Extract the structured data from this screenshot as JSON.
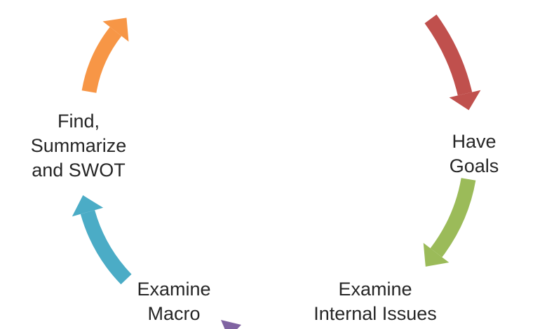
{
  "diagram": {
    "type": "cycle",
    "background": "#ffffff",
    "text_color": "#262626",
    "labels": {
      "find_summarize_swot": "Find,\nSummarize\nand SWOT",
      "have_goals": "Have Goals",
      "examine_internal_issues": "Examine\nInternal Issues",
      "examine_macro": "Examine\nMacro"
    },
    "arrows": {
      "orange": {
        "name": "orange-arrow",
        "color": "#F79646",
        "direction": "up-right",
        "position": "top-left"
      },
      "red": {
        "name": "red-arrow",
        "color": "#C0504D",
        "direction": "down",
        "position": "top-right"
      },
      "green": {
        "name": "green-arrow",
        "color": "#9BBB59",
        "direction": "down-left",
        "position": "right"
      },
      "blue": {
        "name": "blue-arrow",
        "color": "#4BACC6",
        "direction": "up-left",
        "position": "left"
      },
      "purple": {
        "name": "purple-arrow",
        "color": "#8064A2",
        "direction": "up-left",
        "position": "bottom-edge-clipped"
      }
    }
  }
}
